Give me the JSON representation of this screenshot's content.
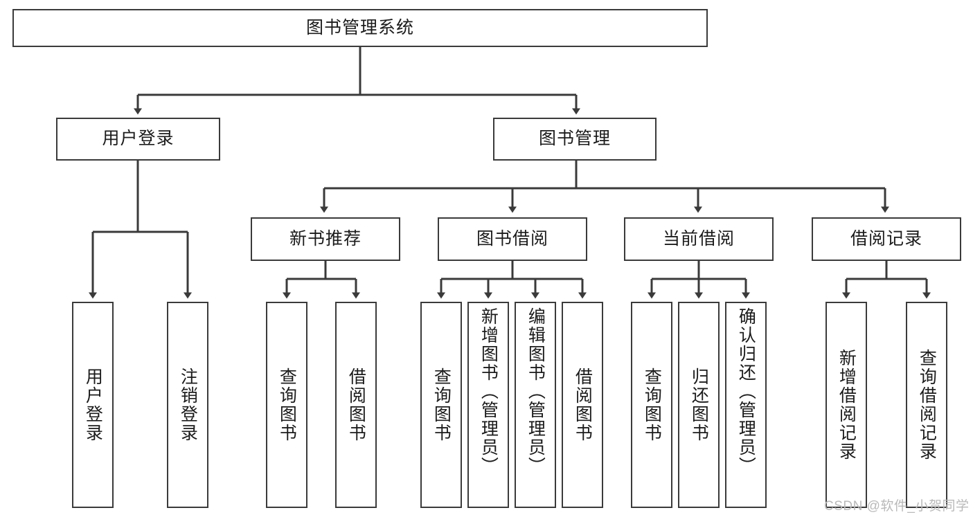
{
  "diagram": {
    "type": "hierarchy-tree",
    "title": "图书管理系统",
    "orientation": "top-down",
    "colors": {
      "box_border": "#3a3a3a",
      "box_fill": "#ffffff",
      "connector": "#3a3a3a",
      "text": "#1b1b1b",
      "watermark": "#b9b9b9"
    },
    "nodes": {
      "root": {
        "label": "图书管理系统"
      },
      "level2": [
        {
          "id": "user-login",
          "label": "用户登录"
        },
        {
          "id": "book-manage",
          "label": "图书管理"
        }
      ],
      "level3": [
        {
          "id": "new-book-recommend",
          "label": "新书推荐"
        },
        {
          "id": "book-borrow",
          "label": "图书借阅"
        },
        {
          "id": "current-borrow",
          "label": "当前借阅"
        },
        {
          "id": "borrow-record",
          "label": "借阅记录"
        }
      ],
      "leaves": {
        "user-login": [
          {
            "id": "leaf-user-login",
            "label": "用户登录"
          },
          {
            "id": "leaf-user-logout",
            "label": "注销登录"
          }
        ],
        "new-book-recommend": [
          {
            "id": "leaf-query-book-1",
            "label": "查询图书"
          },
          {
            "id": "leaf-borrow-book-1",
            "label": "借阅图书"
          }
        ],
        "book-borrow": [
          {
            "id": "leaf-query-book-2",
            "label": "查询图书"
          },
          {
            "id": "leaf-add-book",
            "label": "新增图书（管理员）"
          },
          {
            "id": "leaf-edit-book",
            "label": "编辑图书（管理员）"
          },
          {
            "id": "leaf-borrow-book-2",
            "label": "借阅图书"
          }
        ],
        "current-borrow": [
          {
            "id": "leaf-query-book-3",
            "label": "查询图书"
          },
          {
            "id": "leaf-return-book",
            "label": "归还图书"
          },
          {
            "id": "leaf-confirm-return",
            "label": "确认归还（管理员）"
          }
        ],
        "borrow-record": [
          {
            "id": "leaf-add-record",
            "label": "新增借阅记录"
          },
          {
            "id": "leaf-query-record",
            "label": "查询借阅记录"
          }
        ]
      }
    },
    "watermark": "CSDN @软件_小贺同学"
  }
}
